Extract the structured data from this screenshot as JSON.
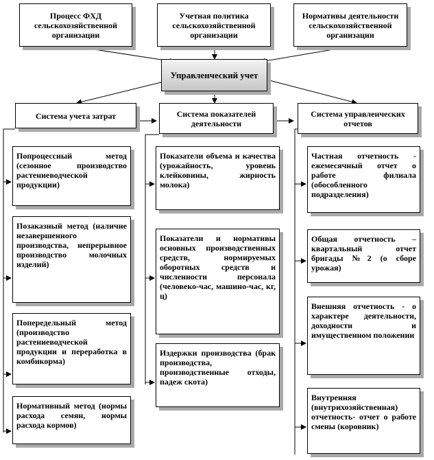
{
  "top": [
    "Процесс ФХД сельскохозяйственной организации",
    "Учетная политика сельскохозяйственной организации",
    "Нормативы деятельности сельскохозяйственной организации"
  ],
  "main": "Управленческий учет",
  "systems": [
    "Система учета затрат",
    "Система показателей деятельности",
    "Система управленческих отчетов"
  ],
  "col1": [
    "Попроцессный метод (сезонное производство растениеводческой продукции)",
    "Позаказный метод (наличие незавершенного производства, непрерывное производство молочных изделий)",
    "Попередельный метод (производство растениеводческой продукции и переработка в комбикорма)",
    "Нормативный метод (нормы расхода семян, нормы расхода кормов)"
  ],
  "col2": [
    "Показатели объема и качества (урожайность, уровень клейковины, жирность молока)",
    "Показатели и нормативы основных производственных средств, нормируемых оборотных средств и численности персонала (человеко-час, машино-час, кг, ц)",
    "Издержки производства (брак производства, производственные отходы, падеж скота)"
  ],
  "col3": [
    "Частная отчетность - ежемесячный отчет о работе филиала (обособленного подразделения)",
    "Общая отчетность – квартальный отчет бригады №2 (о сборе урожая)",
    "Внешняя отчетность - о характере деятельности, доходности и имущественном положении",
    "Внутренняя (внутрихозяйственная) отчетность- отчет о работе смены (коровник)"
  ]
}
